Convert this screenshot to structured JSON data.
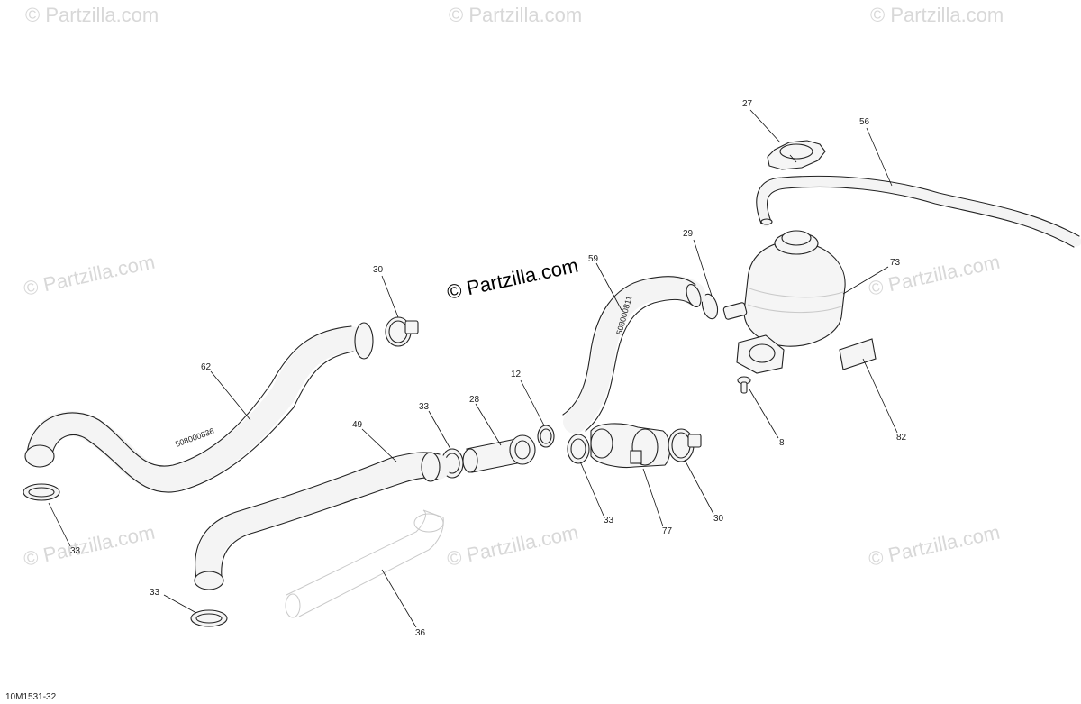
{
  "brand": {
    "watermark": "© Partzilla.com",
    "center_label": "© Partzilla.com"
  },
  "drawing_ref": "10M1531-32",
  "hose_prints": {
    "hose_62": "508000836",
    "hose_59": "508000811"
  },
  "callouts": {
    "c27": "27",
    "c56": "56",
    "c29": "29",
    "c73": "73",
    "c59": "59",
    "c30_left": "30",
    "c62": "62",
    "c12": "12",
    "c28": "28",
    "c33_mid": "33",
    "c49": "49",
    "c8": "8",
    "c82": "82",
    "c33_left": "33",
    "c33_center": "33",
    "c77": "77",
    "c30_right": "30",
    "c33_bottom": "33",
    "c36": "36"
  }
}
